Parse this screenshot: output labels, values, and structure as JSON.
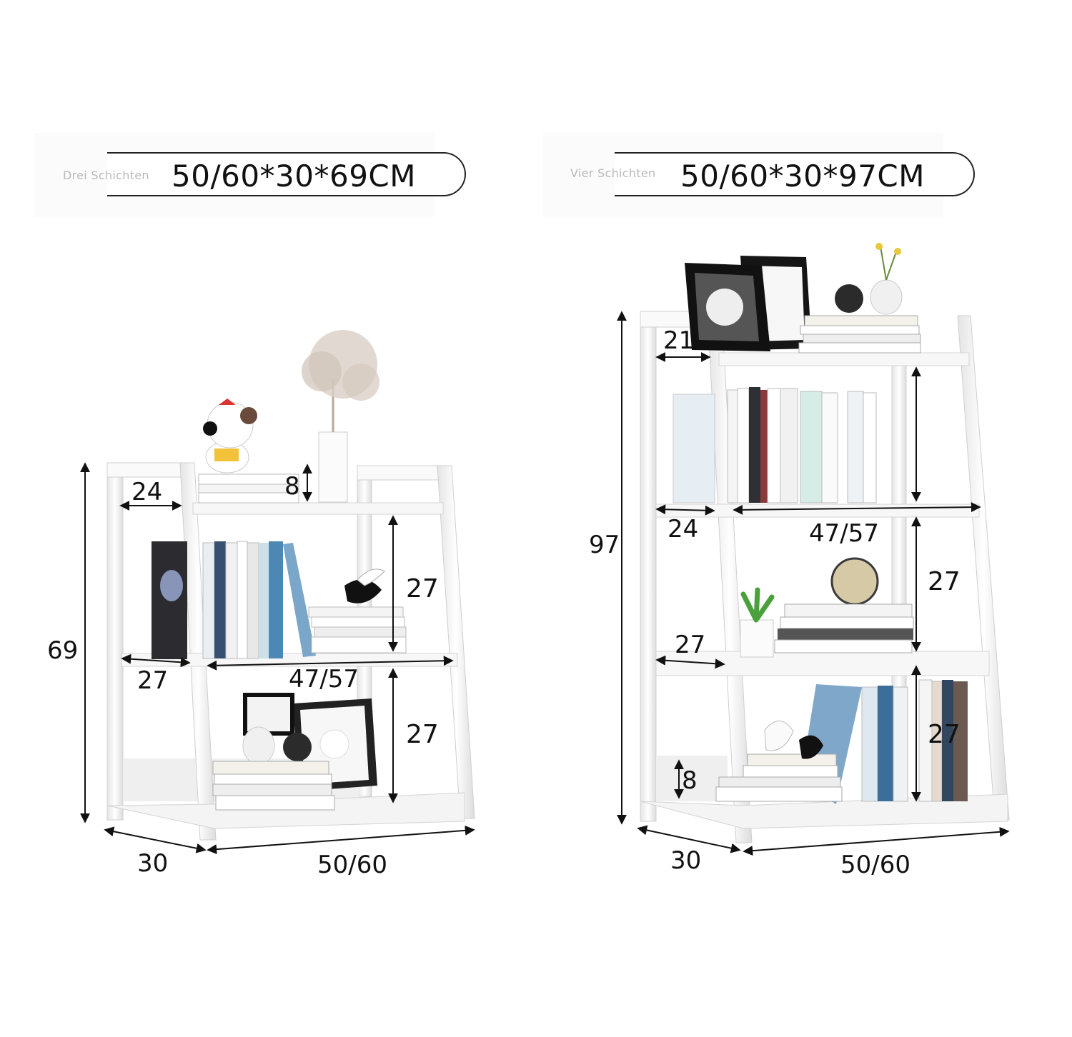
{
  "variants": [
    {
      "label": "Drei Schichten",
      "dimensions": "50/60*30*69CM",
      "height": "69",
      "depth": "30",
      "width": "50/60",
      "top_depth": "24",
      "top_gap": "8",
      "shelf_gap_1": "27",
      "shelf_gap_2": "27",
      "mid_depth": "27",
      "shelf_width": "47/57"
    },
    {
      "label": "Vier Schichten",
      "dimensions": "50/60*30*97CM",
      "height": "97",
      "depth": "30",
      "width": "50/60",
      "top_depth": "21",
      "upper_depth": "24",
      "shelf_width": "47/57",
      "shelf_gap_1": "27",
      "mid_depth": "27",
      "shelf_gap_2": "27",
      "bottom_gap": "8"
    }
  ]
}
